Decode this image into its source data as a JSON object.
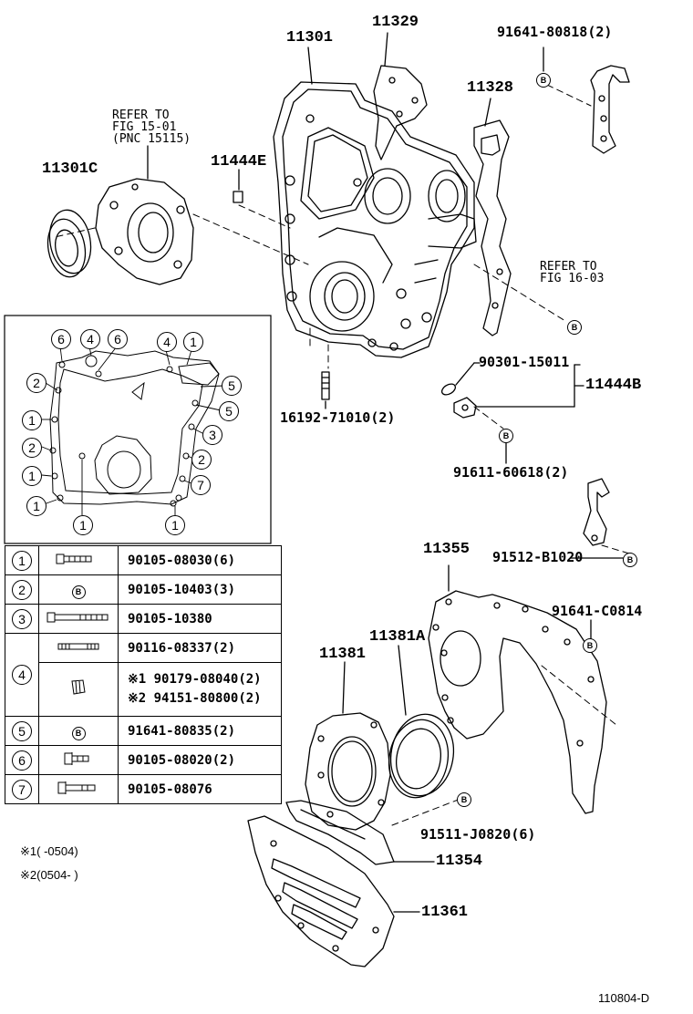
{
  "labels": {
    "p11301": "11301",
    "p11329": "11329",
    "p91641_80818": "91641-80818(2)",
    "p11328": "11328",
    "p11301c": "11301C",
    "p11444e": "11444E",
    "p16192": "16192-71010(2)",
    "p90301": "90301-15011",
    "p11444b": "11444B",
    "p91611": "91611-60618(2)",
    "p91512": "91512-B1020",
    "p11355": "11355",
    "p91641_c0814": "91641-C0814",
    "p11381a": "11381A",
    "p11381": "11381",
    "p91511": "91511-J0820(6)",
    "p11354": "11354",
    "p11361": "11361"
  },
  "refs": {
    "ref1": [
      "REFER TO",
      "FIG 15-01",
      "(PNC 15115)"
    ],
    "ref2": [
      "REFER TO",
      "FIG 16-03"
    ]
  },
  "inset_markers": [
    "6",
    "4",
    "6",
    "4",
    "1",
    "2",
    "5",
    "5",
    "1",
    "3",
    "2",
    "2",
    "1",
    "7",
    "1",
    "1",
    "1"
  ],
  "legend": [
    {
      "num": "1",
      "part": "90105-08030(6)",
      "icon": "bolt-short"
    },
    {
      "num": "2",
      "part": "90105-10403(3)",
      "icon": "B"
    },
    {
      "num": "3",
      "part": "90105-10380",
      "icon": "bolt-long"
    },
    {
      "num": "4",
      "part": "90116-08337(2)",
      "icon": "stud"
    },
    {
      "num": "4",
      "part": "90179-08040(2)",
      "icon": "nut",
      "prefix": "※1"
    },
    {
      "num": "4",
      "part": "94151-80800(2)",
      "icon": "",
      "prefix": "※2"
    },
    {
      "num": "5",
      "part": "91641-80835(2)",
      "icon": "B"
    },
    {
      "num": "6",
      "part": "90105-08020(2)",
      "icon": "flange-bolt"
    },
    {
      "num": "7",
      "part": "90105-08076",
      "icon": "bolt-long2"
    }
  ],
  "notes": [
    "※1(     -0504)",
    "※2(0504-      )"
  ],
  "figure_id": "110804-D",
  "b_marker": "B"
}
